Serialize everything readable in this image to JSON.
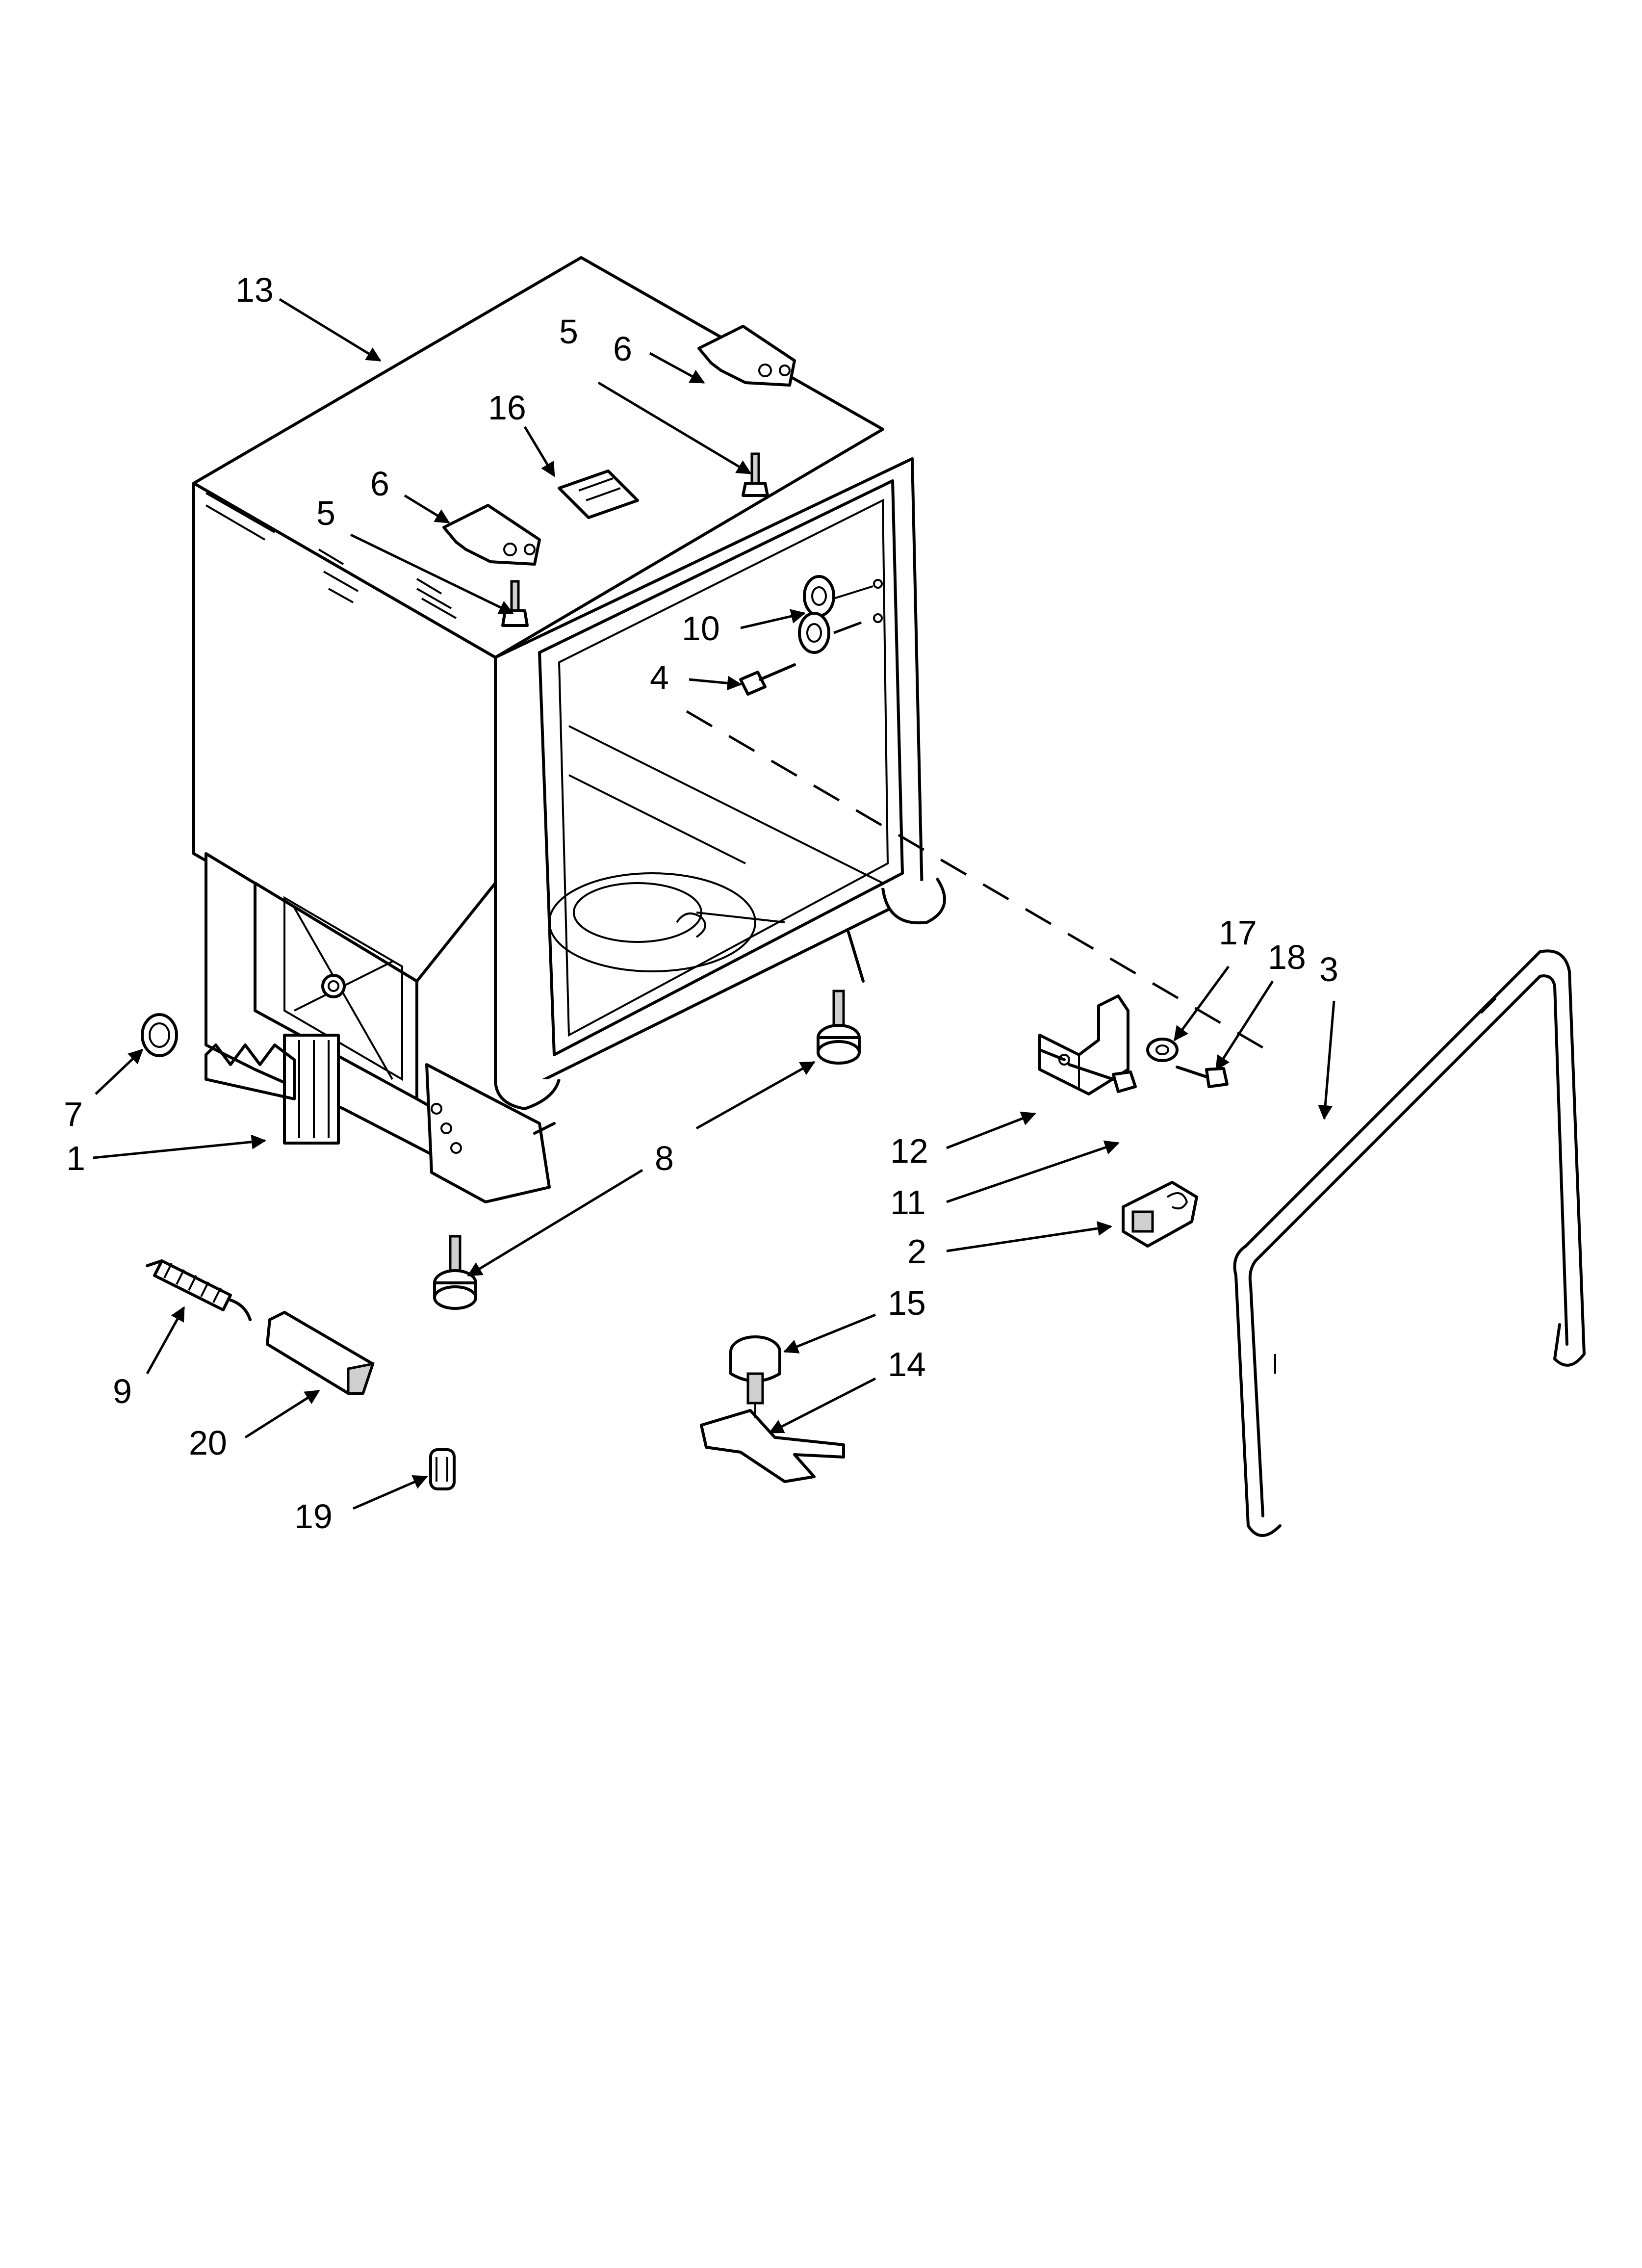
{
  "callouts": [
    {
      "id": "1",
      "label": "1"
    },
    {
      "id": "2",
      "label": "2"
    },
    {
      "id": "3",
      "label": "3"
    },
    {
      "id": "4",
      "label": "4"
    },
    {
      "id": "5a",
      "label": "5"
    },
    {
      "id": "5b",
      "label": "5"
    },
    {
      "id": "6a",
      "label": "6"
    },
    {
      "id": "6b",
      "label": "6"
    },
    {
      "id": "7",
      "label": "7"
    },
    {
      "id": "8",
      "label": "8"
    },
    {
      "id": "9",
      "label": "9"
    },
    {
      "id": "10",
      "label": "10"
    },
    {
      "id": "11",
      "label": "11"
    },
    {
      "id": "12",
      "label": "12"
    },
    {
      "id": "13",
      "label": "13"
    },
    {
      "id": "14",
      "label": "14"
    },
    {
      "id": "15",
      "label": "15"
    },
    {
      "id": "16",
      "label": "16"
    },
    {
      "id": "17",
      "label": "17"
    },
    {
      "id": "18",
      "label": "18"
    },
    {
      "id": "19",
      "label": "19"
    },
    {
      "id": "20",
      "label": "20"
    }
  ]
}
